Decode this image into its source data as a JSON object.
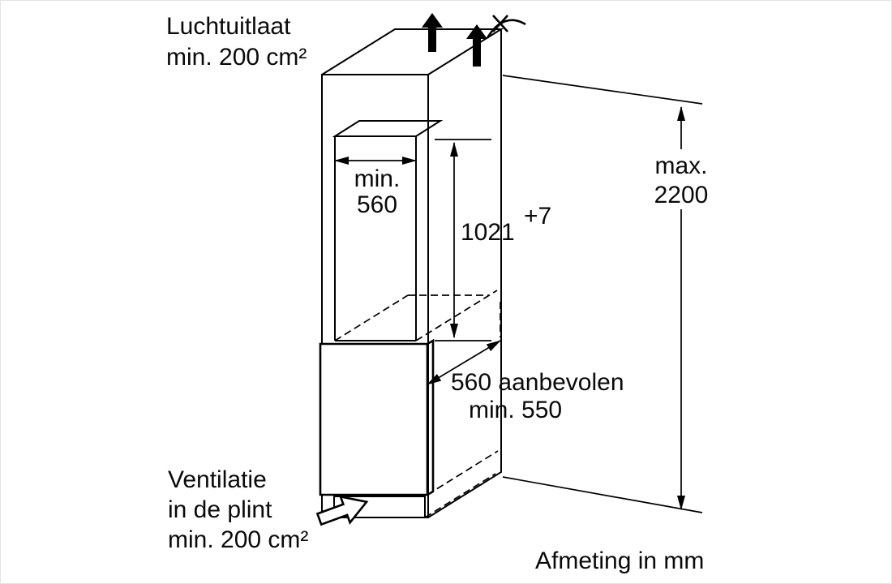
{
  "diagram": {
    "type": "appliance-installation-drawing",
    "unit_note": "Afmeting in mm",
    "colors": {
      "line": "#000000",
      "background": "#ffffff"
    },
    "annotations": {
      "air_outlet": {
        "line1": "Luchtuitlaat",
        "line2": "min. 200 cm²"
      },
      "niche_width": {
        "line1": "min.",
        "line2": "560"
      },
      "niche_height": {
        "value": "1021",
        "tolerance": "+7"
      },
      "total_height": {
        "line1": "max.",
        "line2": "2200"
      },
      "depth": {
        "line1": "560 aanbevolen",
        "line2": "min. 550"
      },
      "plinth_vent": {
        "line1": "Ventilatie",
        "line2": "in de plint",
        "line3": "min. 200 cm²"
      }
    }
  }
}
